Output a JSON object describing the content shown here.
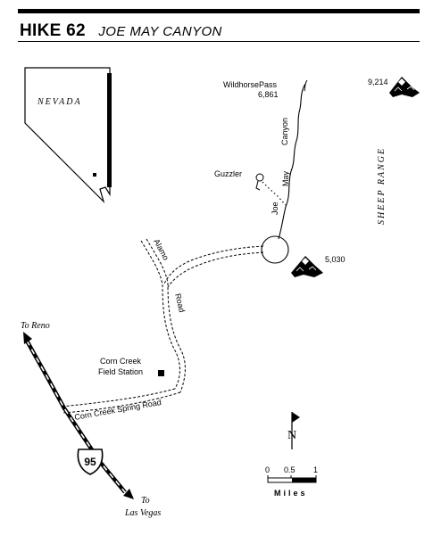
{
  "header": {
    "hike_number": "HIKE 62",
    "hike_name": "JOE MAY CANYON"
  },
  "inset": {
    "state_label": "NEVADA"
  },
  "labels": {
    "wildhorse_pass": "WildhorsePass",
    "wildhorse_elev": "6,861",
    "peak_north_elev": "9,214",
    "sheep_range": "SHEEP RANGE",
    "canyon_word": "Canyon",
    "may_word": "May",
    "joe_word": "Joe",
    "guzzler": "Guzzler",
    "peak_south_elev": "5,030",
    "alamo": "Alamo",
    "road": "Road",
    "corn_creek_line1": "Corn Creek",
    "corn_creek_line2": "Field Station",
    "corn_creek_spring_road": "Corn Creek Spring Road",
    "to_reno": "To Reno",
    "highway_number": "95",
    "to_line1": "To",
    "to_line2": "Las Vegas"
  },
  "legend": {
    "north": "N",
    "scale_0": "0",
    "scale_half": "0.5",
    "scale_1": "1",
    "units": "Miles"
  }
}
